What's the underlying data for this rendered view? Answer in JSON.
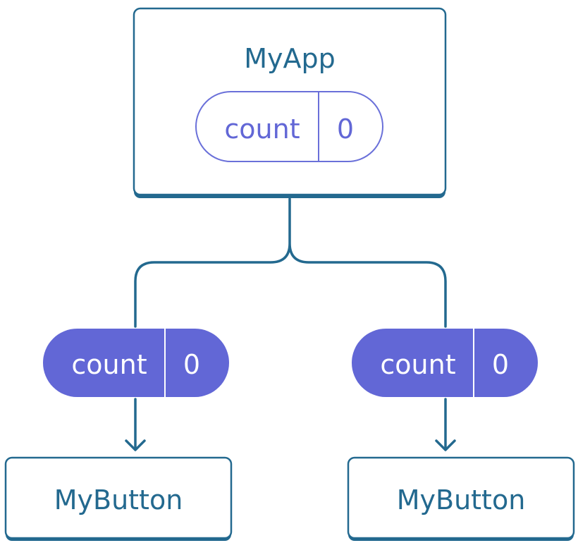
{
  "colors": {
    "component_stroke": "#23698f",
    "component_text": "#23698f",
    "prop_fill": "#6267d6",
    "prop_outline": "#6a70d9",
    "prop_text_filled": "#ffffff",
    "prop_text_outline": "#6267d6"
  },
  "parent": {
    "name": "MyApp",
    "state": {
      "label": "count",
      "value": "0"
    }
  },
  "children": [
    {
      "name": "MyButton",
      "prop": {
        "label": "count",
        "value": "0"
      }
    },
    {
      "name": "MyButton",
      "prop": {
        "label": "count",
        "value": "0"
      }
    }
  ]
}
